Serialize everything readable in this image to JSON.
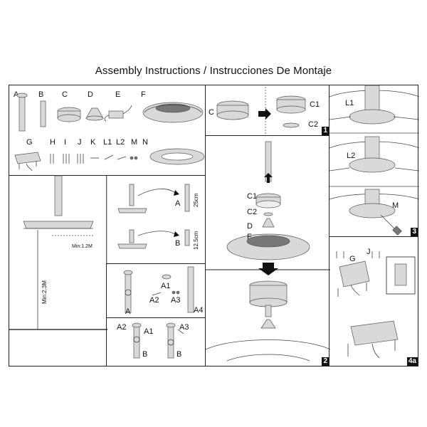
{
  "title": "Assembly Instructions / Instrucciones De Montaje",
  "parts": {
    "row1": [
      "A",
      "B",
      "C",
      "D",
      "E",
      "F"
    ],
    "row2": [
      "G",
      "H",
      "I",
      "J",
      "K",
      "L1",
      "L2",
      "M",
      "N"
    ]
  },
  "clearance": {
    "min_floor": "Min:2.3M",
    "min_side": "Min:1.2M"
  },
  "options": {
    "a_label": "A",
    "a_length": "25cm",
    "b_label": "B",
    "b_length": "12.5cm"
  },
  "rods_a": {
    "a": "A",
    "a1": "A1",
    "a2": "A2",
    "a3": "A3",
    "a4": "A4"
  },
  "rods_b": {
    "a2": "A2",
    "a1": "A1",
    "a3": "A3",
    "b1": "B",
    "b2": "B"
  },
  "step1": {
    "c": "C",
    "c1": "C1",
    "c2": "C2",
    "number": "1"
  },
  "step2": {
    "c1": "C1",
    "c2": "C2",
    "d": "D",
    "f": "F",
    "number": "2"
  },
  "step3": {
    "l1": "L1",
    "l2": "L2",
    "m": "M",
    "number": "3"
  },
  "step4a": {
    "g": "G",
    "j": "J",
    "number": "4a"
  }
}
